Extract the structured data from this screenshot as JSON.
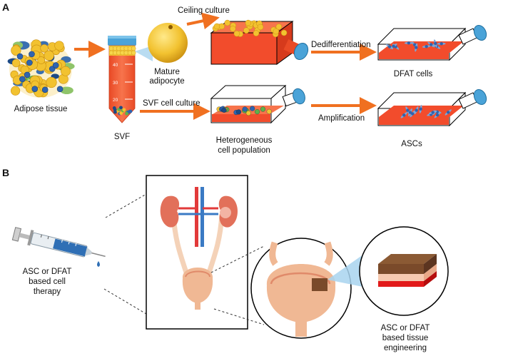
{
  "panels": {
    "a": {
      "letter": "A",
      "labels": {
        "adipose_tissue": "Adipose tissue",
        "svf": "SVF",
        "mature_adipocyte_1": "Mature",
        "mature_adipocyte_2": "adipocyte",
        "ceiling_culture": "Ceiling culture",
        "svf_cell_culture": "SVF cell culture",
        "dedifferentiation": "Dedifferentiation",
        "dfat_cells": "DFAT cells",
        "heterogeneous_1": "Heterogeneous",
        "heterogeneous_2": "cell population",
        "amplification": "Amplification",
        "ascs": "ASCs"
      },
      "tube_scale": [
        "40",
        "30",
        "20"
      ]
    },
    "b": {
      "letter": "B",
      "labels": {
        "cell_therapy_1": "ASC or DFAT",
        "cell_therapy_2": "based cell",
        "cell_therapy_3": "therapy",
        "tissue_eng_1": "ASC or DFAT",
        "tissue_eng_2": "based tissue",
        "tissue_eng_3": "engineering"
      }
    }
  },
  "colors": {
    "arrow": "#f07020",
    "fat_yellow": "#f2c230",
    "dish_red": "#f24c2c",
    "tube_cap": "#4aa3d8",
    "kidney": "#e2705a",
    "bladder": "#f0b894",
    "tissue_top": "#7a4a2a",
    "tissue_red": "#e21a1a"
  }
}
